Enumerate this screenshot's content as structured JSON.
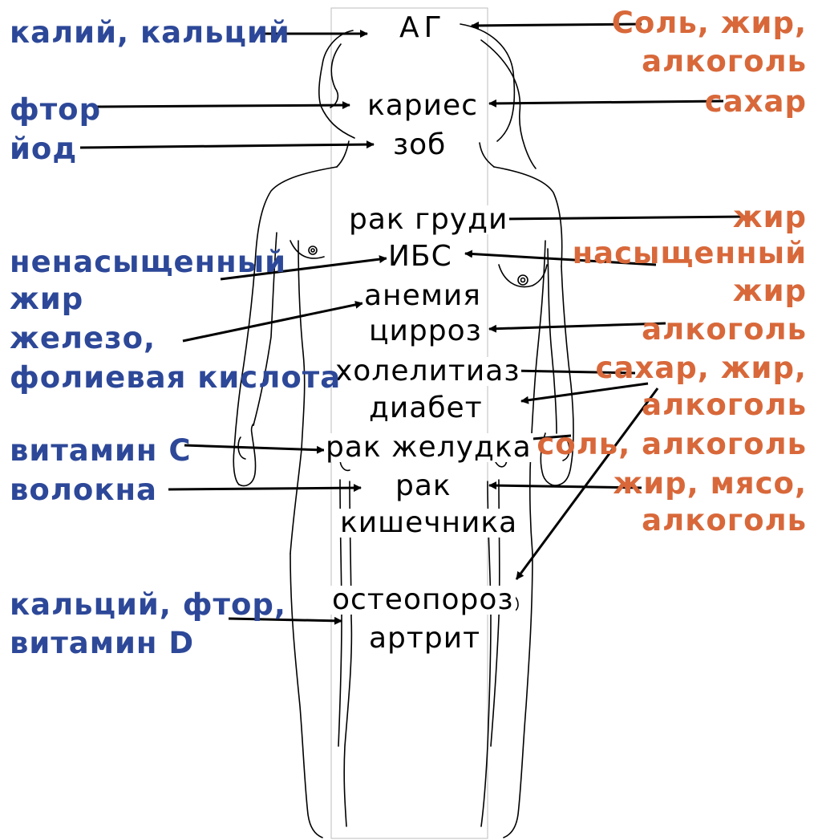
{
  "colors": {
    "protective": "#2d4898",
    "harmful": "#d8683a",
    "disease": "#000000",
    "outline": "#000000"
  },
  "protective_factors": [
    "калий, кальций",
    "фтор",
    "йод",
    "ненасыщенный",
    "жир",
    "железо,",
    "фолиевая кислота",
    "витамин С",
    "волокна",
    "кальций, фтор,",
    "витамин D"
  ],
  "diseases": [
    "АГ",
    "кариес",
    "зоб",
    "рак груди",
    "ИБС",
    "анемия",
    "цирроз",
    "холелитиаз",
    "диабет",
    "рак желудка",
    "рак",
    "кишечника",
    "остеопороз",
    "артрит"
  ],
  "risk_factors": [
    "Соль, жир,",
    "алкоголь",
    "сахар",
    "жир",
    "насыщенный",
    "жир",
    "алкоголь",
    "сахар, жир,",
    "алкоголь",
    "соль, алкоголь",
    "жир, мясо,",
    "алкоголь"
  ]
}
